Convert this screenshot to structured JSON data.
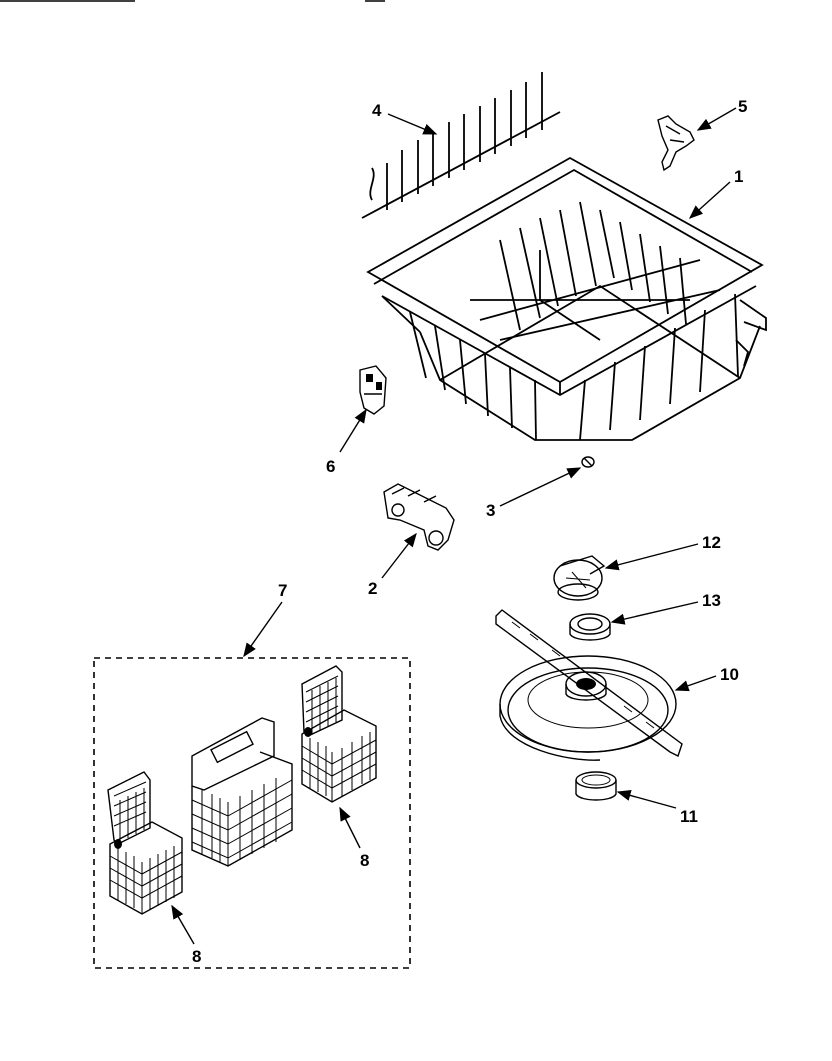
{
  "callouts": {
    "c1": "1",
    "c2": "2",
    "c3": "3",
    "c4": "4",
    "c5": "5",
    "c6": "6",
    "c7": "7",
    "c8a": "8",
    "c8b": "8",
    "c10": "10",
    "c11": "11",
    "c12": "12",
    "c13": "13"
  },
  "colors": {
    "ink": "#000000",
    "paper": "#ffffff"
  }
}
